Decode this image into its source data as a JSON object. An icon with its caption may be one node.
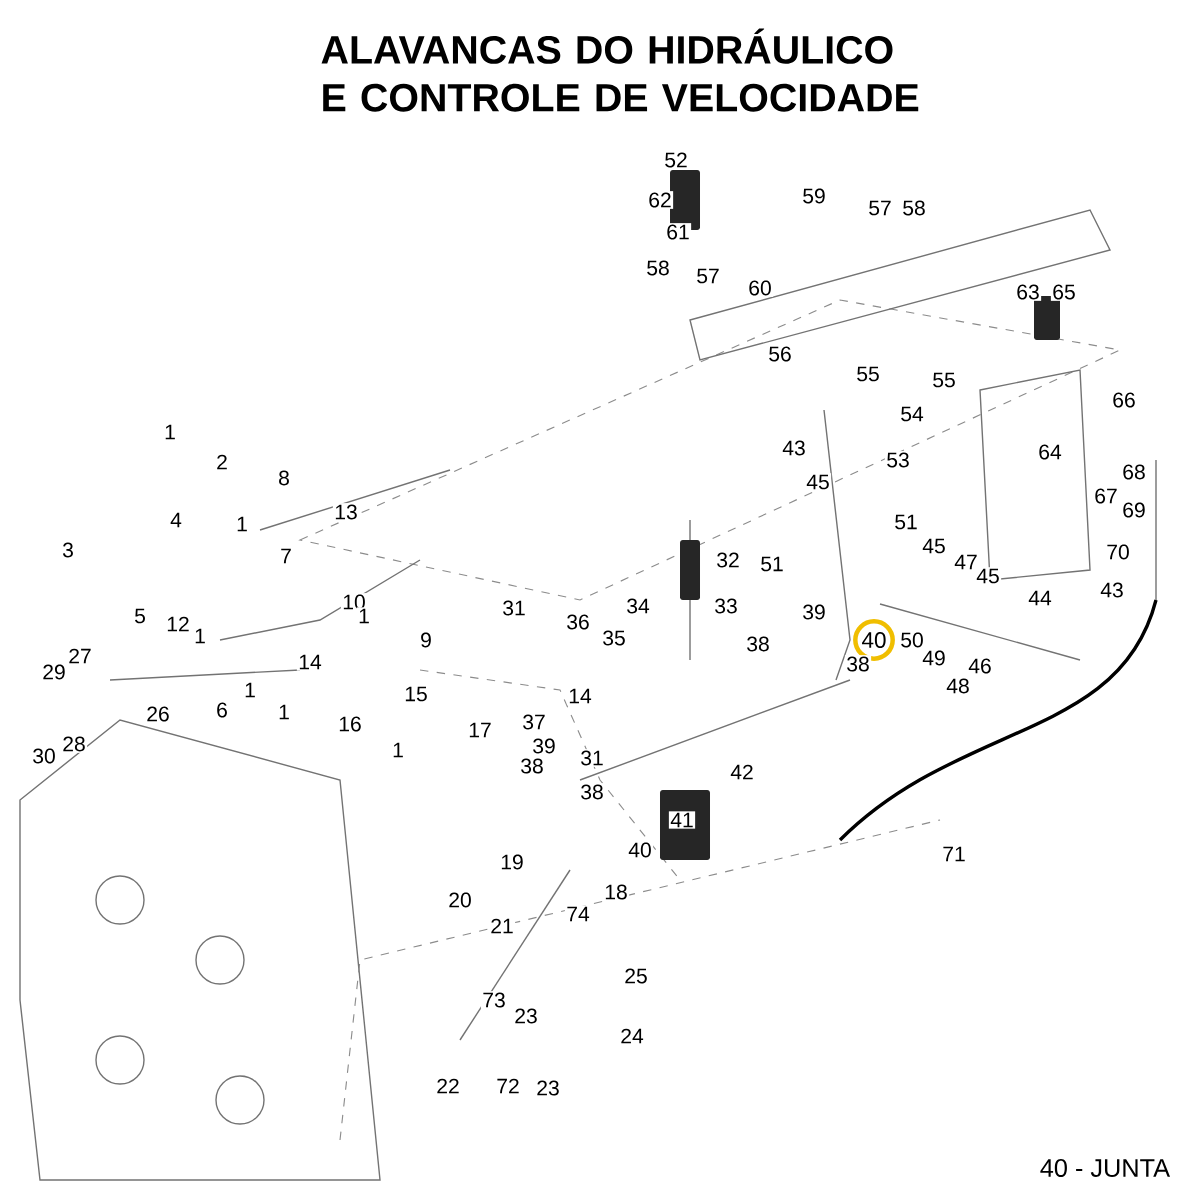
{
  "diagram": {
    "title": "ALAVANCAS DO HIDRÁULICO E CONTROLE DE VELOCIDADE",
    "caption": "40 - JUNTA",
    "nodes": [
      {
        "text": [
          "40"
        ]
      }
    ],
    "labels": [
      "52",
      "62",
      "59",
      "61",
      "57",
      "58",
      "58",
      "57",
      "60",
      "56",
      "63",
      "65",
      "55",
      "55",
      "54",
      "66",
      "1",
      "43",
      "64",
      "2",
      "8",
      "53",
      "67",
      "68",
      "4",
      "1",
      "13",
      "7",
      "45",
      "69",
      "3",
      "70",
      "32",
      "51",
      "51",
      "45",
      "47",
      "45",
      "44",
      "43",
      "5",
      "10",
      "31",
      "12",
      "1",
      "36",
      "34",
      "33",
      "35",
      "38",
      "39",
      "50",
      "49",
      "46",
      "48",
      "38",
      "9",
      "1",
      "27",
      "29",
      "14",
      "26",
      "15",
      "28",
      "30",
      "6",
      "1",
      "1",
      "37",
      "14",
      "16",
      "17",
      "38",
      "39",
      "31",
      "1",
      "42",
      "38",
      "41",
      "40",
      "71",
      "19",
      "18",
      "20",
      "74",
      "21",
      "25",
      "73",
      "23",
      "24",
      "22",
      "72",
      "23"
    ]
  }
}
